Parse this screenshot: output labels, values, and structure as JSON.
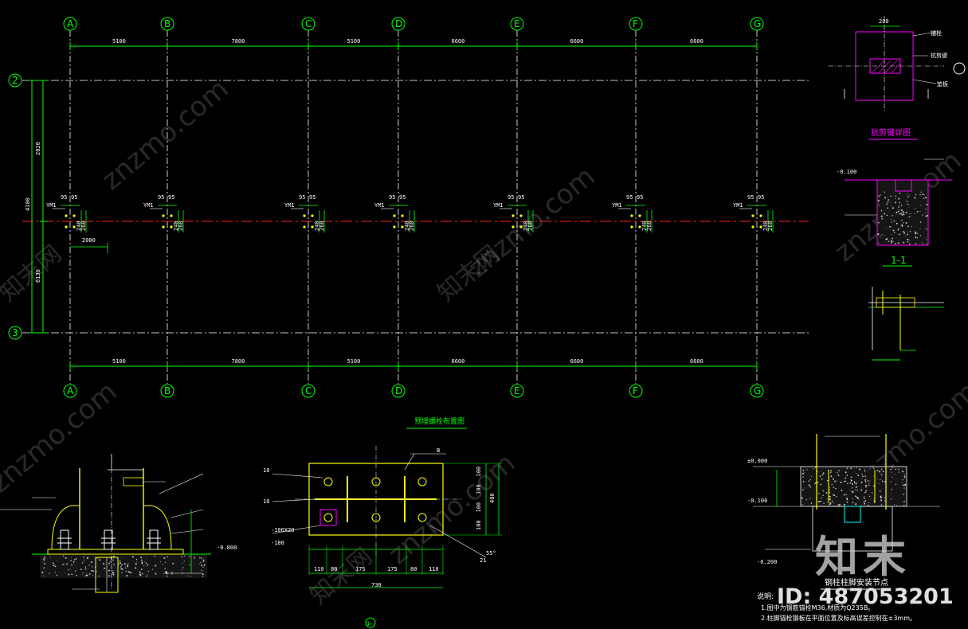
{
  "plan": {
    "axes_top": [
      "A",
      "B",
      "C",
      "D",
      "E",
      "F",
      "G"
    ],
    "axes_left": [
      "2",
      "3"
    ],
    "spacings": [
      "5100",
      "7800",
      "5100",
      "6600",
      "6600",
      "6600"
    ],
    "spacings_bottom": [
      "5100",
      "7800",
      "5100",
      "6600",
      "6600",
      "6600"
    ],
    "height_dims": [
      "2020",
      "4100",
      "6130"
    ],
    "offset_dim": "2000",
    "bolt_tag": "YM1",
    "bolt_dims": [
      "95",
      "95"
    ],
    "bolt_vdims": [
      "240",
      "260"
    ]
  },
  "labels": {
    "plan_title": "预埋螺栓布置图",
    "anchor_section_title": "抗剪键详图",
    "section_title": "1-1",
    "install_title": "钢柱柱脚安装节点",
    "notes_title": "说明:",
    "note1": "1.图中为钢筋锚栓M36,材质为Q235B。",
    "note2": "2.柱脚锚栓钢板在平面位置及标高误差控制在±3mm。",
    "circle_num": "①",
    "elev_000": "±0.000",
    "elev_100": "-0.100",
    "elev_200": "-0.200",
    "elev_800": "-0.800",
    "plate_dims_bottom": [
      "110",
      "80",
      "175",
      "175",
      "80",
      "110"
    ],
    "plate_total": "730",
    "plate_dims_right": [
      "100",
      "100",
      "100",
      "100"
    ],
    "plate_right_total": "400",
    "angle": "55°",
    "plate_label": "-100X20",
    "plate_label2": "-180",
    "d1": "10",
    "d2": "10",
    "d3": "B",
    "d4": "21",
    "top_dim": "200",
    "side_notes": [
      "锚栓",
      "抗剪键",
      "垫板"
    ]
  },
  "watermark": {
    "text_en": "znzmo.com",
    "text_cn": "知末网",
    "logo": "知末",
    "id": "ID: 487053201"
  },
  "colors": {
    "grid": "#00ff00",
    "dashed": "#ffffff",
    "centerline": "#ff2020",
    "steel": "#ffff00",
    "section": "#ff00ff",
    "dim": "#00ff00"
  }
}
